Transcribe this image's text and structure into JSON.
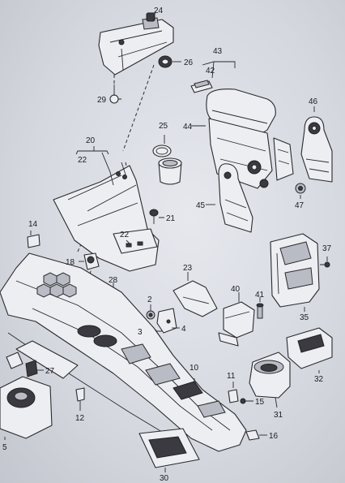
{
  "labels": [
    {
      "id": "p24",
      "text": "24"
    },
    {
      "id": "p26",
      "text": "26"
    },
    {
      "id": "p29",
      "text": "29"
    },
    {
      "id": "p43",
      "text": "43"
    },
    {
      "id": "p42",
      "text": "42"
    },
    {
      "id": "p44",
      "text": "44"
    },
    {
      "id": "p46",
      "text": "46"
    },
    {
      "id": "p25",
      "text": "25"
    },
    {
      "id": "p20",
      "text": "20"
    },
    {
      "id": "p22a",
      "text": "22"
    },
    {
      "id": "p21",
      "text": "21"
    },
    {
      "id": "p45",
      "text": "45"
    },
    {
      "id": "p47",
      "text": "47"
    },
    {
      "id": "p14",
      "text": "14"
    },
    {
      "id": "p22b",
      "text": "22"
    },
    {
      "id": "p18",
      "text": "18"
    },
    {
      "id": "p23",
      "text": "23"
    },
    {
      "id": "p37",
      "text": "37"
    },
    {
      "id": "p28",
      "text": "28"
    },
    {
      "id": "p2",
      "text": "2"
    },
    {
      "id": "p40",
      "text": "40"
    },
    {
      "id": "p41",
      "text": "41"
    },
    {
      "id": "p3",
      "text": "3"
    },
    {
      "id": "p4",
      "text": "4"
    },
    {
      "id": "p35",
      "text": "35"
    },
    {
      "id": "p27",
      "text": "27"
    },
    {
      "id": "p10",
      "text": "10"
    },
    {
      "id": "p11",
      "text": "11"
    },
    {
      "id": "p32",
      "text": "32"
    },
    {
      "id": "p15",
      "text": "15"
    },
    {
      "id": "p12",
      "text": "12"
    },
    {
      "id": "p31",
      "text": "31"
    },
    {
      "id": "p5",
      "text": "5"
    },
    {
      "id": "p16",
      "text": "16"
    },
    {
      "id": "p30",
      "text": "30"
    }
  ]
}
